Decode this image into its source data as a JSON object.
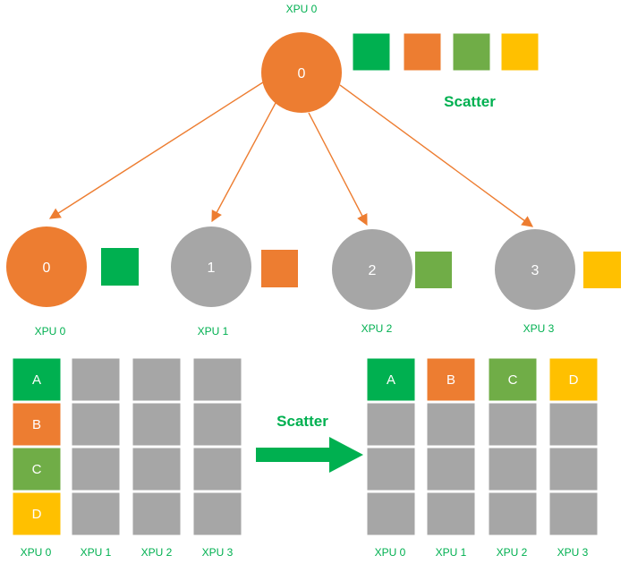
{
  "colors": {
    "orange": "#ed7d31",
    "gray": "#a6a6a6",
    "dark_green": "#00b050",
    "light_green": "#70ad47",
    "yellow": "#ffc000",
    "empty_cell": "#a6a6a6",
    "label_green": "#00b050"
  },
  "top": {
    "label": "XPU 0",
    "node": "0",
    "blocks": [
      "dark_green",
      "orange",
      "light_green",
      "yellow"
    ],
    "op_label": "Scatter"
  },
  "children": [
    {
      "node": "0",
      "label": "XPU 0",
      "fill": "orange",
      "block": "dark_green"
    },
    {
      "node": "1",
      "label": "XPU 1",
      "fill": "gray",
      "block": "orange"
    },
    {
      "node": "2",
      "label": "XPU 2",
      "fill": "gray",
      "block": "light_green"
    },
    {
      "node": "3",
      "label": "XPU 3",
      "fill": "gray",
      "block": "yellow"
    }
  ],
  "before": {
    "letters": [
      "A",
      "B",
      "C",
      "D"
    ],
    "letter_colors": [
      "dark_green",
      "orange",
      "light_green",
      "yellow"
    ],
    "labels": [
      "XPU 0",
      "XPU 1",
      "XPU 2",
      "XPU 3"
    ]
  },
  "op_arrow_label": "Scatter",
  "after": {
    "letters": [
      "A",
      "B",
      "C",
      "D"
    ],
    "letter_colors": [
      "dark_green",
      "orange",
      "light_green",
      "yellow"
    ],
    "labels": [
      "XPU 0",
      "XPU 1",
      "XPU 2",
      "XPU 3"
    ]
  }
}
